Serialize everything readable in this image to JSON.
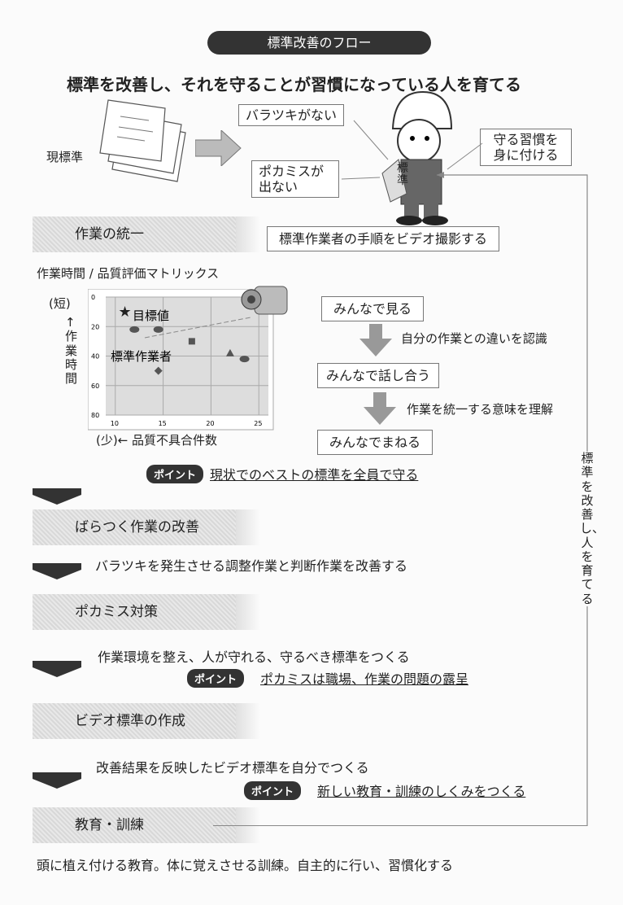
{
  "title": "標準改善のフロー",
  "subtitle": "標準を改善し、それを守ることが習慣になっている人を育てる",
  "current_standard": "現標準",
  "worker": {
    "doc_label": "標準",
    "bubbles": [
      "バラツキがない",
      "ポカミスが出ない",
      "守る習慣を身に付ける"
    ]
  },
  "side_loop": "標準を改善し、人を育てる",
  "steps": [
    {
      "label": "作業の統一"
    },
    {
      "label": "ばらつく作業の改善",
      "desc": "バラツキを発生させる調整作業と判断作業を改善する"
    },
    {
      "label": "ポカミス対策",
      "desc": "作業環境を整え、人が守れる、守るべき標準をつくる",
      "point": "ポカミスは職場、作業の問題の露呈"
    },
    {
      "label": "ビデオ標準の作成",
      "desc": "改善結果を反映したビデオ標準を自分でつくる",
      "point": "新しい教育・訓練のしくみをつくる"
    },
    {
      "label": "教育・訓練",
      "desc": "頭に植え付ける教育。体に覚えさせる訓練。自主的に行い、習慣化する"
    }
  ],
  "point_label": "ポイント",
  "point1": "現状でのベストの標準を全員で守る",
  "flow": {
    "video": "標準作業者の手順をビデオ撮影する",
    "see": "みんなで見る",
    "see_note": "自分の作業との違いを認識",
    "discuss": "みんなで話し合う",
    "discuss_note": "作業を統一する意味を理解",
    "imitate": "みんなでまねる"
  },
  "matrix": {
    "title": "作業時間 / 品質評価マトリックス",
    "short": "(短)",
    "yaxis": "↑作業時間",
    "xaxis": "(少)← 品質不具合件数",
    "target": "目標値",
    "standard_worker": "標準作業者"
  },
  "chart_data": {
    "type": "scatter",
    "xlim": [
      9,
      26
    ],
    "ylim": [
      0,
      80
    ],
    "y_inverted": true,
    "xticks": [
      "10",
      "15",
      "20",
      "25"
    ],
    "yticks": [
      "0",
      "20",
      "40",
      "60",
      "80"
    ],
    "points": [
      {
        "x": 12,
        "y": 22,
        "shape": "circle"
      },
      {
        "x": 14.5,
        "y": 22,
        "shape": "circle"
      },
      {
        "x": 18,
        "y": 30,
        "shape": "square"
      },
      {
        "x": 22,
        "y": 38,
        "shape": "triangle"
      },
      {
        "x": 23.5,
        "y": 42,
        "shape": "circle"
      },
      {
        "x": 14.5,
        "y": 50,
        "shape": "diamond"
      },
      {
        "x": 11,
        "y": 10,
        "shape": "star"
      }
    ]
  }
}
